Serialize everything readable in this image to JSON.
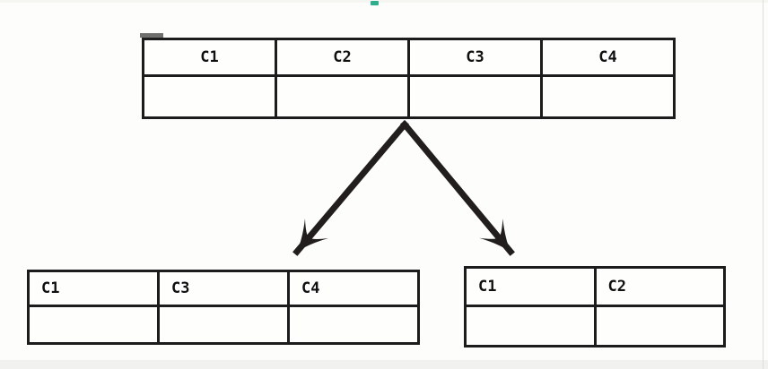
{
  "tables": {
    "source": {
      "columns": [
        "C1",
        "C2",
        "C3",
        "C4"
      ],
      "empty_row": [
        "",
        "",
        "",
        ""
      ]
    },
    "fragment_left": {
      "columns": [
        "C1",
        "C3",
        "C4"
      ],
      "empty_row": [
        "",
        "",
        ""
      ]
    },
    "fragment_right": {
      "columns": [
        "C1",
        "C2"
      ],
      "empty_row": [
        "",
        ""
      ]
    }
  },
  "icons": {
    "left_arrow": "down-left-split-arrow-icon",
    "right_arrow": "down-right-split-arrow-icon"
  },
  "colors": {
    "table_border": "#1c1c1c",
    "arrow": "#221e1e",
    "header_text": "#101010",
    "teal_artifact": "#2fae8e",
    "handle_notch_gray": "#6f6f6d",
    "background": "#fdfdfb"
  }
}
